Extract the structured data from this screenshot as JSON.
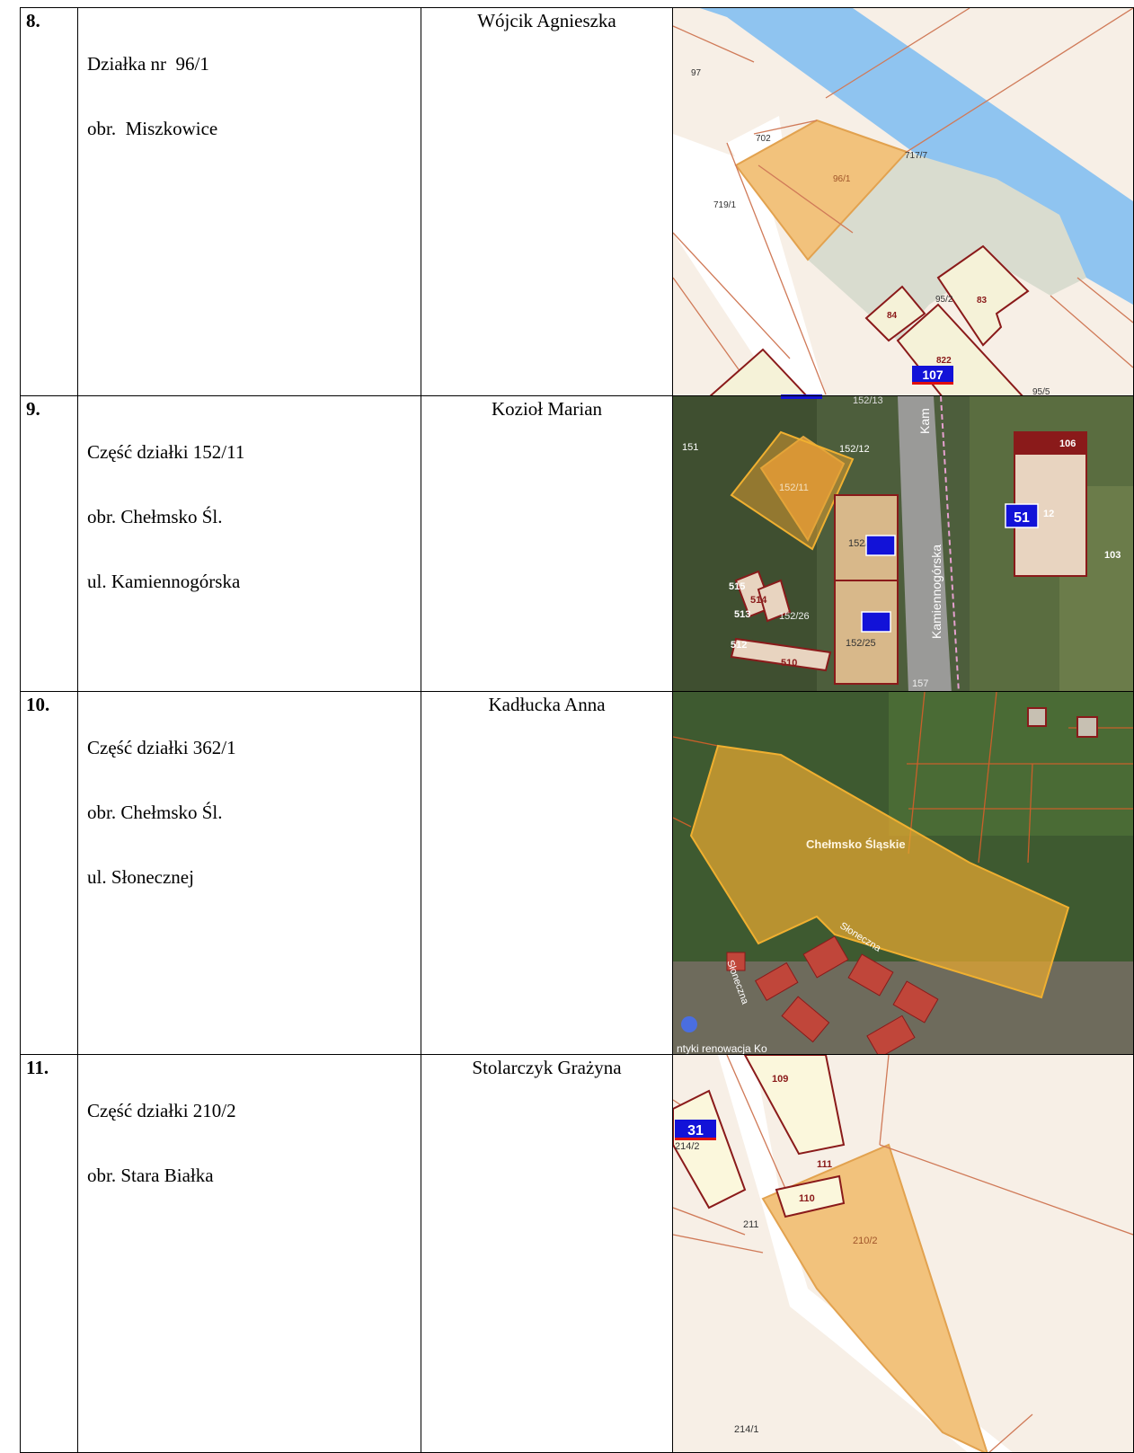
{
  "rows": [
    {
      "number": "8.",
      "description": [
        "Działka nr  96/1",
        "obr.  Miszkowice"
      ],
      "owner": "Wójcik Agnieszka",
      "map": {
        "type": "cadastral",
        "parcel_labels": [
          "97",
          "702",
          "96/1",
          "717/7",
          "719/1",
          "84",
          "95/2",
          "83",
          "822",
          "95/5"
        ],
        "badge": "107",
        "highlight_color": "#f2c27c",
        "river_color": "#8fc4f0"
      }
    },
    {
      "number": "9.",
      "description": [
        "Część działki 152/11",
        "obr. Chełmsko Śl.",
        "ul. Kamiennogórska"
      ],
      "owner": "Kozioł Marian",
      "map": {
        "type": "satellite",
        "street_label": "Kamiennogórska",
        "street_label_top": "Kam",
        "parcel_labels": [
          "151",
          "152/12",
          "152/11",
          "152/20",
          "152/26",
          "152/25",
          "157",
          "515",
          "514",
          "513",
          "512",
          "510",
          "106",
          "12",
          "103",
          "152/13"
        ],
        "badge": "51"
      }
    },
    {
      "number": "10.",
      "description": [
        "Część działki 362/1",
        "obr. Chełmsko Śl.",
        "ul. Słonecznej"
      ],
      "owner": "Kadłucka Anna",
      "map": {
        "type": "satellite",
        "place_label": "Chełmsko Śląskie",
        "street_labels": [
          "Słoneczna",
          "Słoneczna"
        ],
        "bottom_label": "ntyki renowacja  Ko"
      }
    },
    {
      "number": "11.",
      "description": [
        "Część działki 210/2",
        "obr. Stara Białka"
      ],
      "owner": "Stolarczyk Grażyna",
      "map": {
        "type": "cadastral",
        "parcel_labels": [
          "109",
          "214/2",
          "111",
          "110",
          "211",
          "210/2",
          "214/1"
        ],
        "badge": "31"
      }
    }
  ]
}
